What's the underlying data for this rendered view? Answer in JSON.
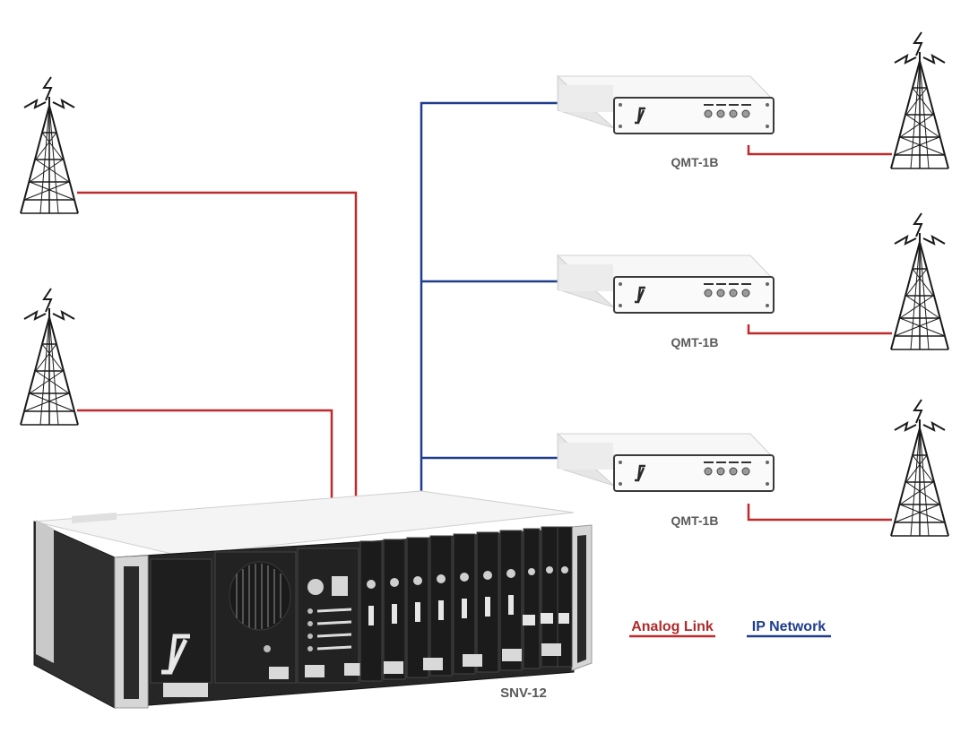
{
  "colors": {
    "analog": "#c0292b",
    "ip": "#1f3d8c",
    "label": "#595959",
    "device_dark": "#2b2b2b",
    "device_light": "#f2f2f2"
  },
  "main_unit": {
    "label": "SNV-12"
  },
  "remote_units": [
    {
      "label": "QMT-1B"
    },
    {
      "label": "QMT-1B"
    },
    {
      "label": "QMT-1B"
    }
  ],
  "legend": {
    "analog_link": "Analog Link",
    "ip_network": "IP Network"
  },
  "icons": [
    "radio-tower-icon",
    "company-logo-icon"
  ]
}
